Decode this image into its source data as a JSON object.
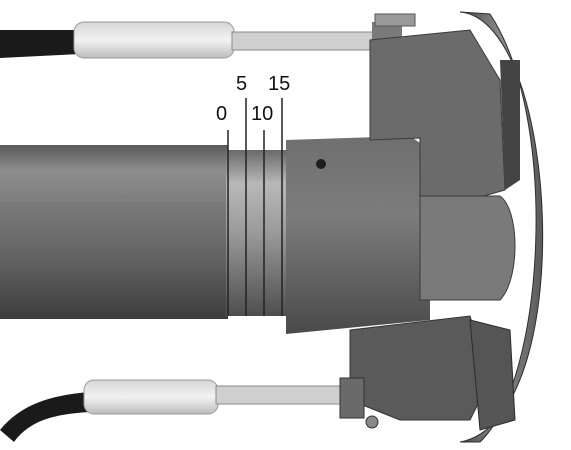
{
  "scale_labels": {
    "zero": "0",
    "five": "5",
    "ten": "10",
    "fifteen": "15"
  }
}
